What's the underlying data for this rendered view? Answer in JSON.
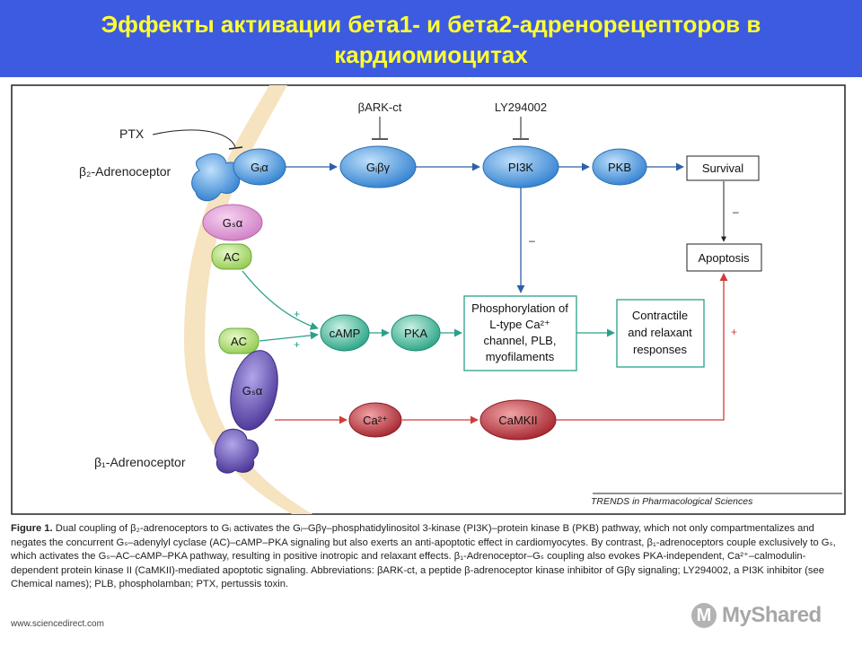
{
  "slide": {
    "title": "Эффекты активации бета1- и бета2-адренорецепторов в кардиомиоцитах"
  },
  "diagram": {
    "labels": {
      "ptx": "PTX",
      "b2_receptor": "β₂-Adrenoceptor",
      "b1_receptor": "β₁-Adrenoceptor",
      "bark": "βARK-ct",
      "ly": "LY294002",
      "gi_alpha": "Gᵢα",
      "gi_bg": "Gᵢβγ",
      "pi3k": "PI3K",
      "pkb": "PKB",
      "gs_alpha_top": "Gₛα",
      "ac_top": "AC",
      "ac_bottom": "AC",
      "gs_alpha_bottom": "Gₛα",
      "camp": "cAMP",
      "pka": "PKA",
      "ca": "Ca²⁺",
      "camkii": "CaMKII",
      "survival": "Survival",
      "apoptosis": "Apoptosis",
      "phospho_line1": "Phosphorylation of",
      "phospho_line2": "L-type Ca²⁺",
      "phospho_line3": "channel, PLB,",
      "phospho_line4": "myofilaments",
      "contractile_line1": "Contractile",
      "contractile_line2": "and relaxant",
      "contractile_line3": "responses",
      "minus_survival": "–",
      "minus_pi3k": "–",
      "plus_ac_top": "+",
      "plus_ac_bottom": "+",
      "plus_apoptosis": "+",
      "journal": "TRENDS in Pharmacological Sciences"
    }
  },
  "caption": {
    "figure_label": "Figure 1.",
    "text": "Dual coupling of β₂-adrenoceptors to Gᵢ activates the Gᵢ–Gβγ–phosphatidylinositol 3-kinase (PI3K)–protein kinase B (PKB) pathway, which not only compartmentalizes and negates the concurrent Gₛ–adenylyl cyclase (AC)–cAMP–PKA signaling but also exerts an anti-apoptotic effect in cardiomyocytes. By contrast, β₁-adrenoceptors couple exclusively to Gₛ, which activates the Gₛ–AC–cAMP–PKA pathway, resulting in positive inotropic and relaxant effects. β₁-Adrenoceptor–Gₛ coupling also evokes PKA-independent, Ca²⁺–calmodulin-dependent protein kinase II (CaMKII)-mediated apoptotic signaling. Abbreviations: βARK-ct, a peptide β-adrenoceptor kinase inhibitor of Gβγ signaling; LY294002, a PI3K inhibitor (see Chemical names); PLB, phospholamban; PTX, pertussis toxin."
  },
  "footer": {
    "source": "www.sciencedirect.com",
    "watermark": "MyShared",
    "watermark_logo": "M"
  },
  "colors": {
    "header_bg": "#3d5be0",
    "title_text": "#ffff33",
    "membrane": "#f6e3bf",
    "blue_protein": "#4a97dc",
    "teal_protein": "#3fb89a",
    "red_protein": "#b5343b",
    "purple_protein": "#5c4aa8",
    "pink_protein": "#d88ed0",
    "green_protein": "#a6d66a",
    "blue_arrow": "#2f5fa8",
    "teal_arrow": "#2aa088",
    "red_arrow": "#d23a3a"
  }
}
